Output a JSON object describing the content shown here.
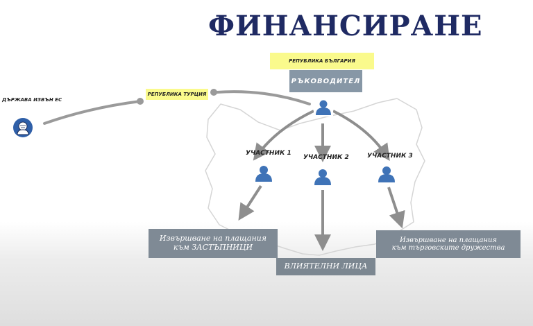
{
  "title": "ФИНАНСИРАНЕ",
  "labels": {
    "bulgaria": "РЕПУБЛИКА БЪЛГАРИЯ",
    "turkey": "РЕПУБЛИКА ТУРЦИЯ",
    "non_eu": "ДЪРЖАВА ИЗВЪН ЕС"
  },
  "leader": "РЪКОВОДИТЕЛ",
  "participants": [
    "УЧАСТНИК 1",
    "УЧАСТНИК 2",
    "УЧАСТНИК 3"
  ],
  "outcomes": {
    "left": {
      "line1": "Извършване на плащания",
      "line2": "към ЗАСТЪПНИЦИ"
    },
    "center": "ВЛИЯТЕЛНИ ЛИЦА",
    "right": {
      "line1": "Извършване на плащания",
      "line2": "към търговските дружества"
    }
  },
  "icons": [
    "person-icon",
    "portrait-icon"
  ],
  "colors": {
    "title": "#1f2a63",
    "highlight": "#fafa8c",
    "box": "#7f8a95",
    "person": "#3f73b7",
    "arrow": "#8e8e8e"
  }
}
